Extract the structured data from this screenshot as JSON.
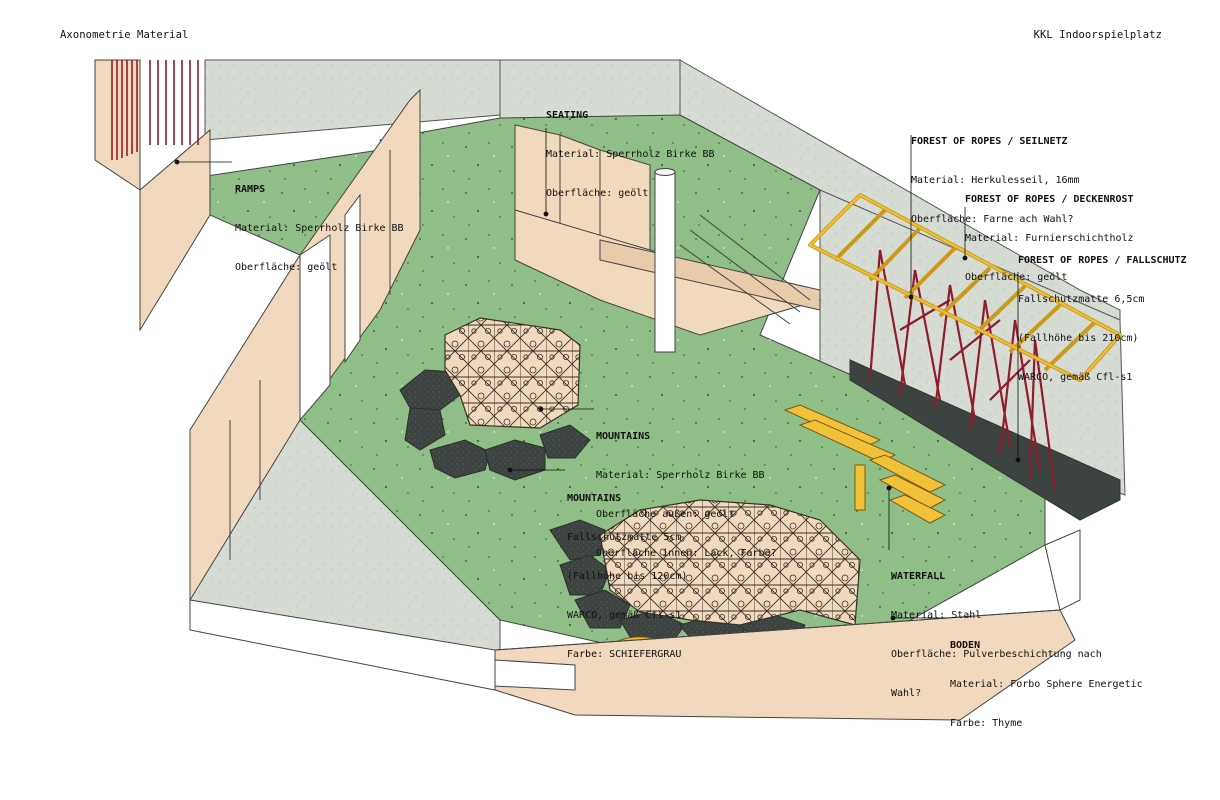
{
  "header": {
    "left_title": "Axonometrie Material",
    "right_title": "KKL Indoorspielplatz"
  },
  "colors": {
    "floor_green": "#8fbf86",
    "plywood": "#f1d9bd",
    "concrete": "#d6dbd3",
    "fall_mat": "#3d4340",
    "steel_yellow": "#f2c13a",
    "rope_red": "#8f1c2c",
    "outline": "#333333"
  },
  "annotations": {
    "ramps": {
      "title": "RAMPS",
      "lines": [
        "Material: Sperrholz Birke BB",
        "Oberfläche: geölt"
      ]
    },
    "seating": {
      "title": "SEATING",
      "lines": [
        "Material: Sperrholz Birke BB",
        "Oberfläche: geölt"
      ]
    },
    "ropes_net": {
      "title": "FOREST OF ROPES / SEILNETZ",
      "lines": [
        "Material: Herkulesseil, 16mm",
        "Oberfläche: Farne ach Wahl?"
      ]
    },
    "ropes_grid": {
      "title": "FOREST OF ROPES / DECKENROST",
      "lines": [
        "Material: Furnierschichtholz",
        "Oberfläche: geölt"
      ]
    },
    "ropes_fall": {
      "title": "FOREST OF ROPES / FALLSCHUTZ",
      "lines": [
        "Fallschutzmatte 6,5cm",
        "(Fallhöhe bis 210cm)",
        "WARCO, gemäß Cfl-s1"
      ]
    },
    "mountains_a": {
      "title": "MOUNTAINS",
      "lines": [
        "Material: Sperrholz Birke BB",
        "Oberfläche außen: geölt",
        "Oberfläche innen: Lack, Farbe?"
      ]
    },
    "mountains_b": {
      "title": "MOUNTAINS",
      "lines": [
        "Fallschutzmatte 5cm",
        "(Fallhöhe bis 120cm)",
        "WARCO, gemäß Cfl-s1",
        "Farbe: SCHIEFERGRAU"
      ]
    },
    "waterfall": {
      "title": "WATERFALL",
      "lines": [
        "Material: Stahl",
        "Oberfläche: Pulverbeschichtung nach",
        "Wahl?"
      ]
    },
    "boden": {
      "title": "BODEN",
      "lines": [
        "Material: Forbo Sphere Energetic",
        "Farbe: Thyme"
      ]
    }
  }
}
